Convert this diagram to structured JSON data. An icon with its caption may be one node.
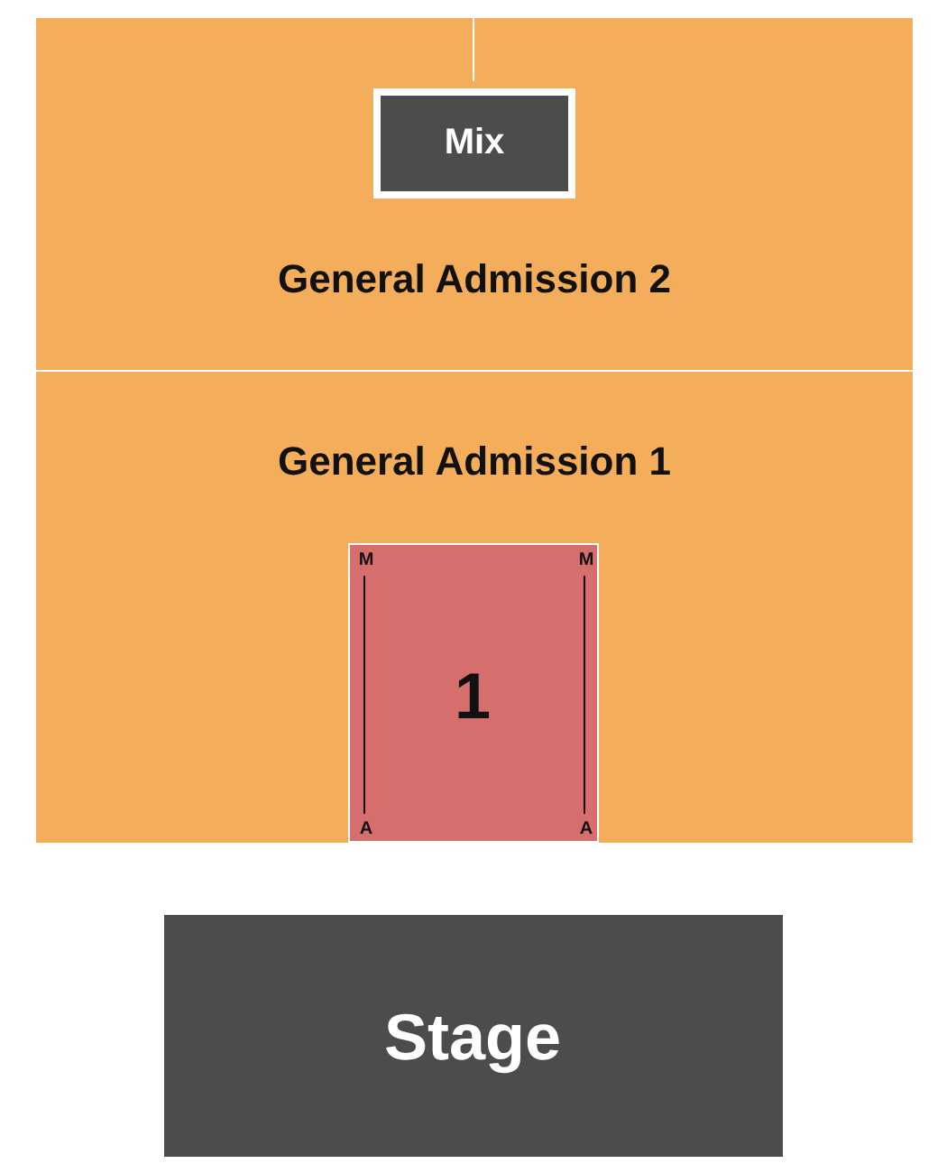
{
  "diagram": {
    "nodes": [
      {
        "text": [
          "General Admission 2"
        ]
      },
      {
        "text": [
          "Mix"
        ],
        "in": 0
      },
      {
        "text": [
          "General Admission 1"
        ]
      },
      {
        "text": [
          "M",
          "M",
          "1",
          "A",
          "A"
        ],
        "in": 2
      },
      {
        "text": [
          "Stage"
        ]
      }
    ]
  }
}
